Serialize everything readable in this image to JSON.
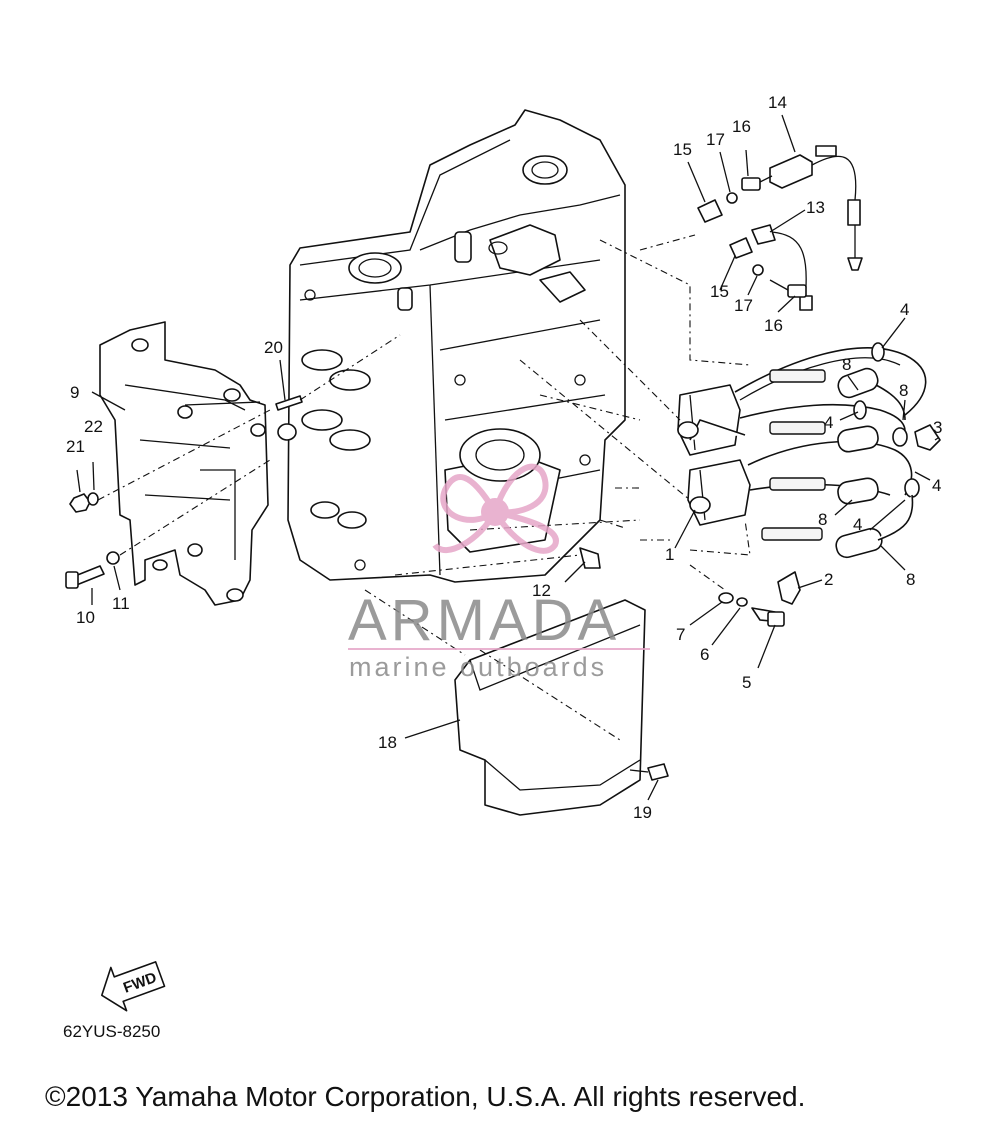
{
  "callouts": [
    {
      "id": "1",
      "label": "1"
    },
    {
      "id": "2",
      "label": "2"
    },
    {
      "id": "3",
      "label": "3"
    },
    {
      "id": "4a",
      "label": "4"
    },
    {
      "id": "4b",
      "label": "4"
    },
    {
      "id": "4c",
      "label": "4"
    },
    {
      "id": "4d",
      "label": "4"
    },
    {
      "id": "5",
      "label": "5"
    },
    {
      "id": "6",
      "label": "6"
    },
    {
      "id": "7",
      "label": "7"
    },
    {
      "id": "8a",
      "label": "8"
    },
    {
      "id": "8b",
      "label": "8"
    },
    {
      "id": "8c",
      "label": "8"
    },
    {
      "id": "8d",
      "label": "8"
    },
    {
      "id": "9",
      "label": "9"
    },
    {
      "id": "10",
      "label": "10"
    },
    {
      "id": "11",
      "label": "11"
    },
    {
      "id": "12",
      "label": "12"
    },
    {
      "id": "13",
      "label": "13"
    },
    {
      "id": "14",
      "label": "14"
    },
    {
      "id": "15a",
      "label": "15"
    },
    {
      "id": "15b",
      "label": "15"
    },
    {
      "id": "16a",
      "label": "16"
    },
    {
      "id": "16b",
      "label": "16"
    },
    {
      "id": "17a",
      "label": "17"
    },
    {
      "id": "17b",
      "label": "17"
    },
    {
      "id": "18",
      "label": "18"
    },
    {
      "id": "19",
      "label": "19"
    },
    {
      "id": "20",
      "label": "20"
    },
    {
      "id": "21",
      "label": "21"
    },
    {
      "id": "22",
      "label": "22"
    }
  ],
  "watermark": {
    "brand": "ARMADA",
    "tagline": "marine outboards",
    "color": "#e6a6c8"
  },
  "fwd_label": "FWD",
  "diagram_code": "62YUS-8250",
  "copyright": "©2013 Yamaha Motor Corporation, U.S.A. All rights reserved."
}
